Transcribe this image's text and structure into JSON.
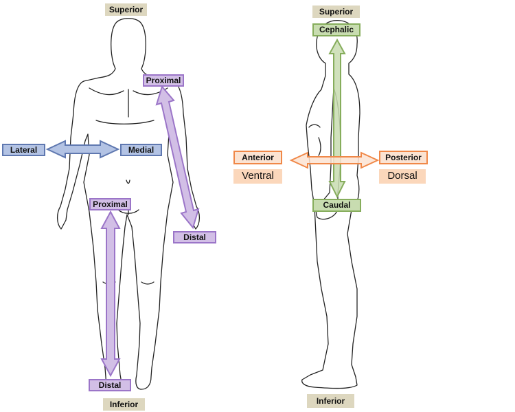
{
  "front_view": {
    "superior": "Superior",
    "inferior": "Inferior",
    "lateral": "Lateral",
    "medial": "Medial",
    "arm_proximal": "Proximal",
    "arm_distal": "Distal",
    "leg_proximal": "Proximal",
    "leg_distal": "Distal"
  },
  "side_view": {
    "superior": "Superior",
    "inferior": "Inferior",
    "cephalic": "Cephalic",
    "caudal": "Caudal",
    "anterior": "Anterior",
    "posterior": "Posterior",
    "ventral": "Ventral",
    "dorsal": "Dorsal"
  },
  "colors": {
    "lateral_medial": "#b3c3e4",
    "proximal_distal": "#d2bfe6",
    "cephalic_caudal": "#c8dcb0",
    "anterior_posterior": "#f08848",
    "ventral_dorsal": "#fbd7bb",
    "superior_inferior": "#ddd7bf"
  }
}
